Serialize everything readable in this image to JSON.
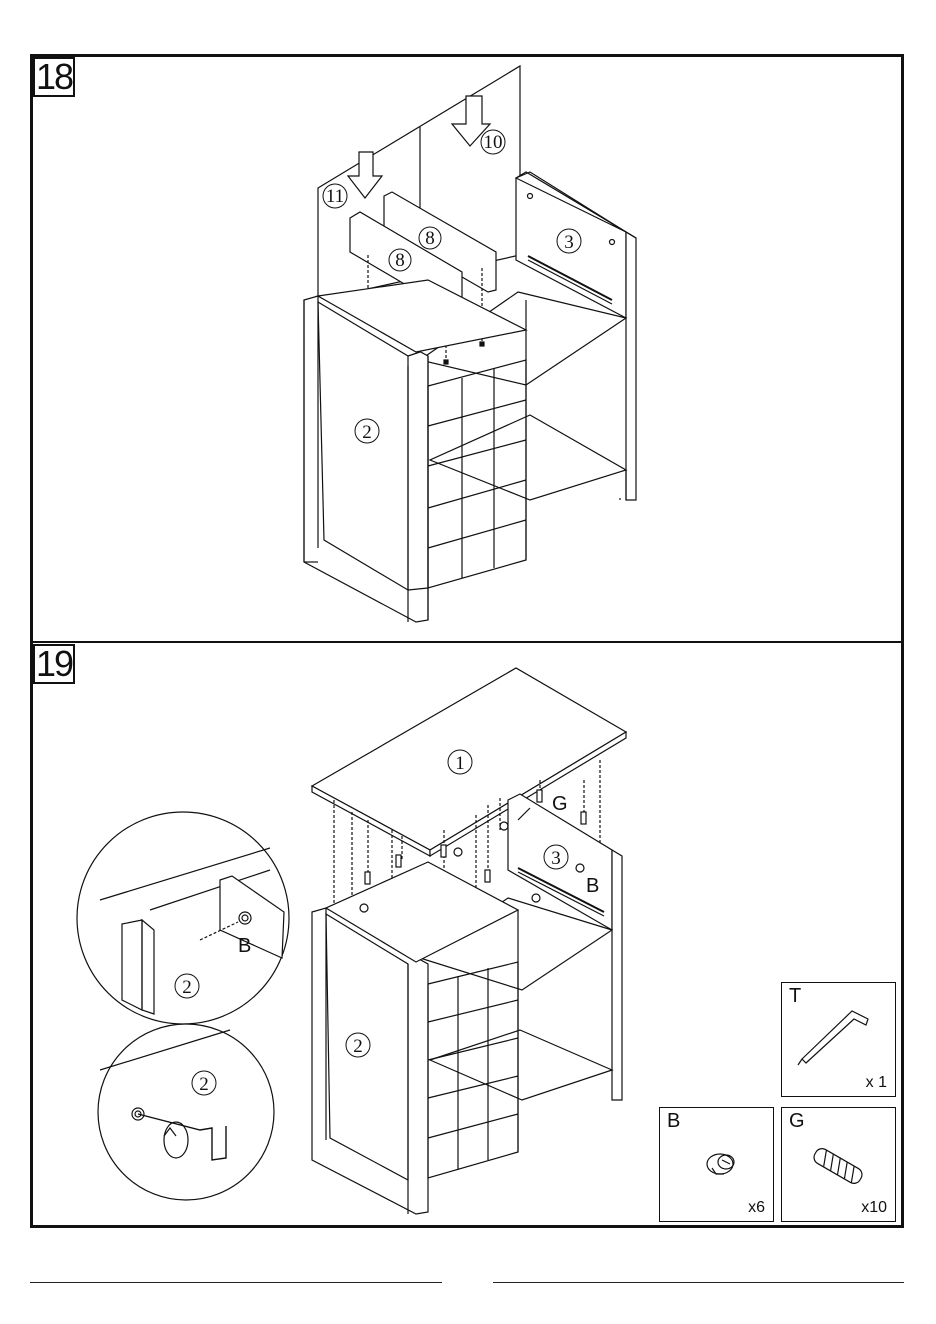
{
  "steps": [
    {
      "number": "18"
    },
    {
      "number": "19"
    }
  ],
  "step18_labels": {
    "part10": "10",
    "part11": "11",
    "part8a": "8",
    "part8b": "8",
    "part3": "3",
    "part2": "2"
  },
  "step19_labels": {
    "part1": "1",
    "part3": "3",
    "part2": "2",
    "hw_g": "G",
    "hw_b": "B",
    "detail_b": "B",
    "detail_part2a": "2",
    "detail_part2b": "2"
  },
  "hardware": [
    {
      "letter": "T",
      "qty": "x 1",
      "icon": "allen-key-icon"
    },
    {
      "letter": "B",
      "qty": "x6",
      "icon": "cam-lock-icon"
    },
    {
      "letter": "G",
      "qty": "x10",
      "icon": "wooden-dowel-icon"
    }
  ]
}
